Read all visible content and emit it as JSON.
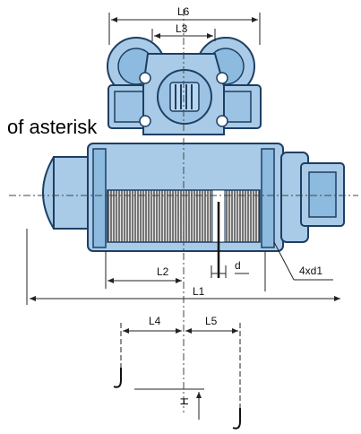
{
  "labels": {
    "l6": "L6",
    "l3": "L3",
    "l2": "L2",
    "d": "d",
    "l1": "L1",
    "l4": "L4",
    "l5": "L5",
    "h": "H",
    "hole": "4xd1"
  },
  "overlay_text": "of asterisk",
  "colors": {
    "body": "#a9cbe8",
    "body_dark": "#7fb0d9",
    "outline": "#1d3f63",
    "drum_groove": "#2b2b2b",
    "line": "#222222"
  }
}
